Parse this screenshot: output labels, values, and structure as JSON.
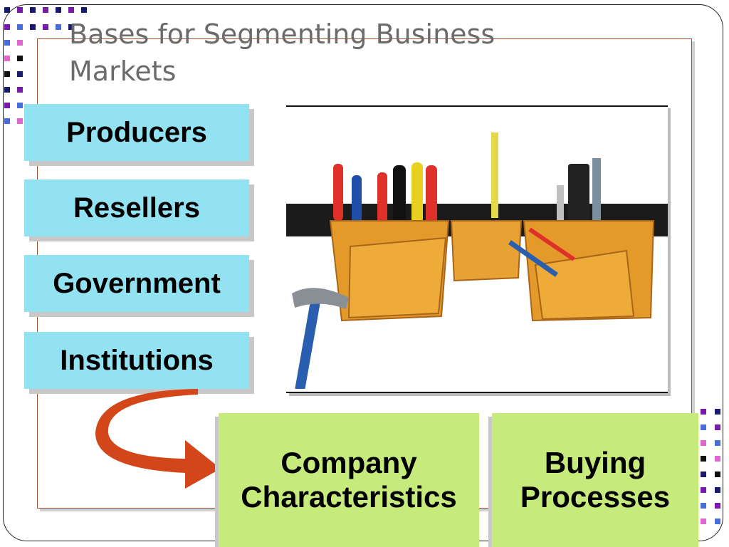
{
  "slide": {
    "title": "Bases for Segmenting Business Markets",
    "segments": [
      "Producers",
      "Resellers",
      "Government",
      "Institutions"
    ],
    "boxes": [
      {
        "line1": "Company",
        "line2": "Characteristics"
      },
      {
        "line1": "Buying",
        "line2": "Processes"
      }
    ],
    "image_description_icon": "tool-belt-icon"
  },
  "colors": {
    "segment_fill": "#92e2f2",
    "box_fill": "#c7ea7c",
    "arrow": "#d2461a",
    "title": "#6b6b6b"
  }
}
